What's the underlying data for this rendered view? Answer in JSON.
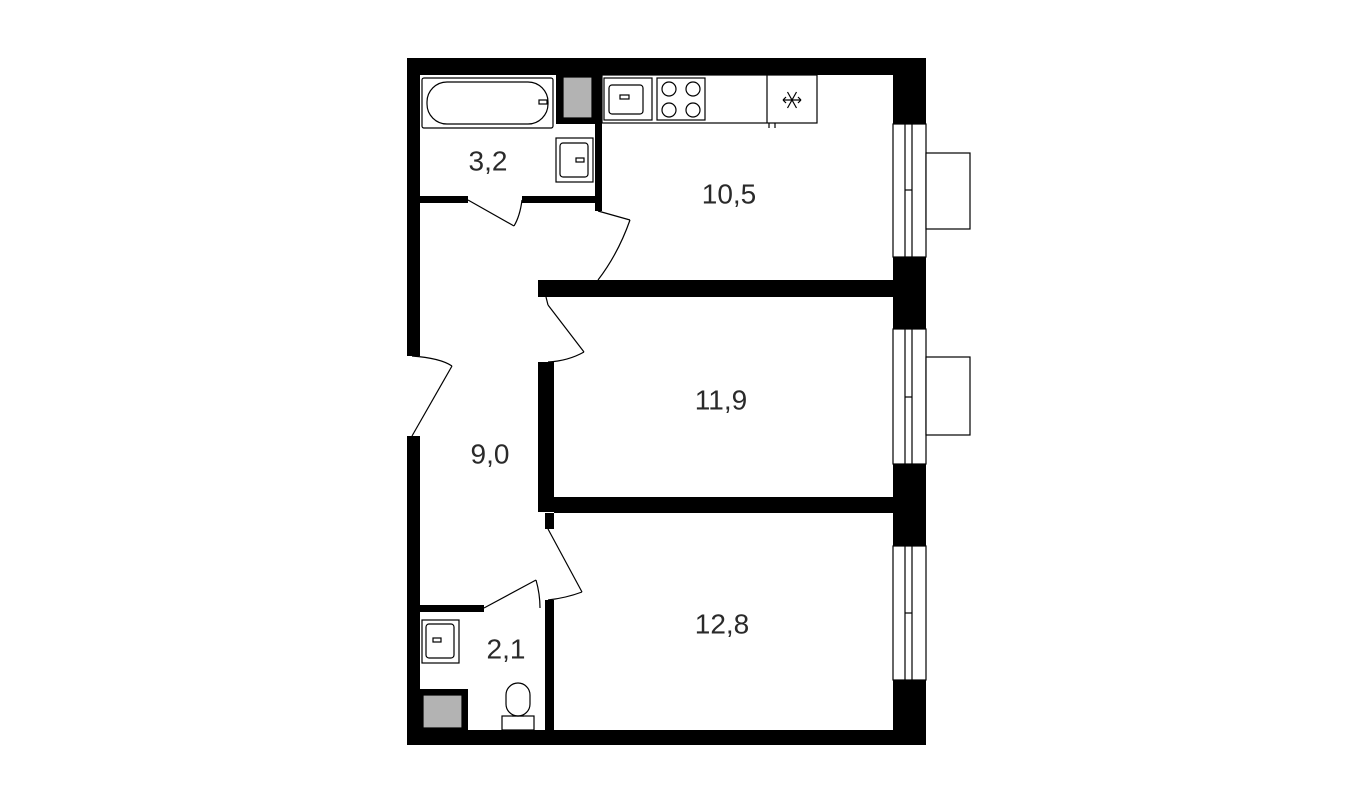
{
  "rooms": [
    {
      "id": "bathroom",
      "area": "3,2"
    },
    {
      "id": "kitchen",
      "area": "10,5"
    },
    {
      "id": "bedroom-1",
      "area": "11,9"
    },
    {
      "id": "hallway",
      "area": "9,0"
    },
    {
      "id": "toilet",
      "area": "2,1"
    },
    {
      "id": "bedroom-2",
      "area": "12,8"
    }
  ],
  "colors": {
    "wall": "#000000",
    "shaft": "#b3b3b3",
    "background": "#ffffff",
    "text": "#2a2a2a"
  },
  "icons": [
    "bathtub-icon",
    "sink-icon",
    "stove-icon",
    "fridge-snowflake-icon",
    "toilet-icon"
  ]
}
